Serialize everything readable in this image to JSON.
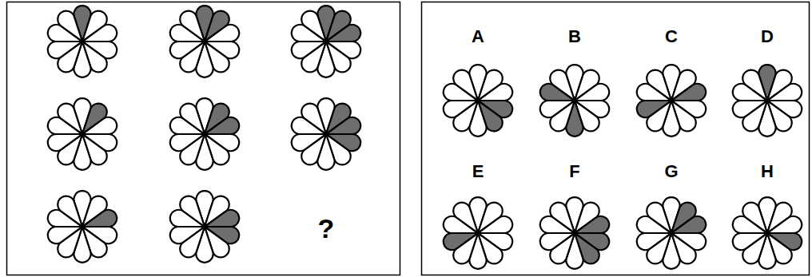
{
  "diagram": {
    "labels": [
      "?",
      "A",
      "B",
      "C",
      "D",
      "E",
      "F",
      "G",
      "H"
    ]
  }
}
